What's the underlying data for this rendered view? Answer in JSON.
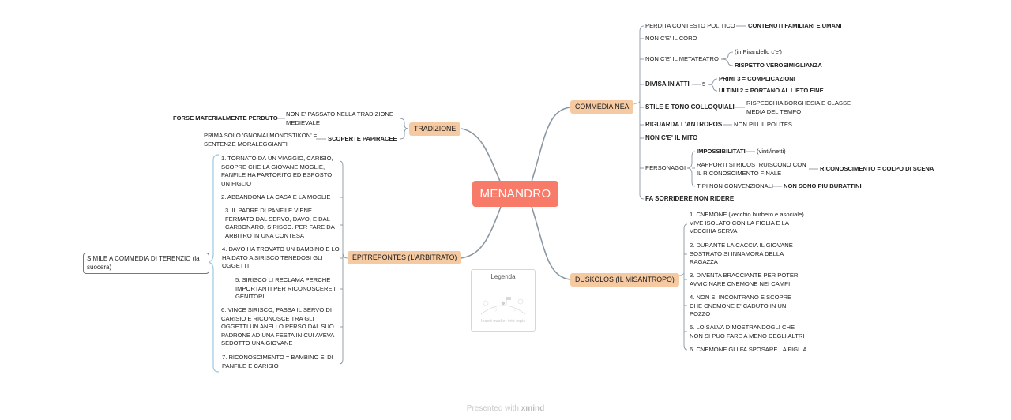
{
  "central": "MENANDRO",
  "main_topics": {
    "tradizione": "TRADIZIONE",
    "epitrepontes": "EPITREPONTES (L'ARBITRATO)",
    "commedia_nea": "COMMEDIA NEA",
    "duskolos": "DUSKOLOS (IL MISANTROPO)"
  },
  "tradizione": {
    "forse": "FORSE MATERIALMENTE PERDUTO",
    "non_passato": "NON E' PASSATO NELLA TRADIZIONE MEDIEVALE",
    "prima_solo": "PRIMA SOLO 'GNOMAI MONOSTIKON' = SENTENZE MORALEGGIANTI",
    "scoperte": "SCOPERTE PAPIRACEE"
  },
  "epitrepontes": {
    "summary": "SIMILE A COMMEDIA DI TERENZIO (la suocera)",
    "items": [
      "1. TORNATO DA UN VIAGGIO, CARISIO, SCOPRE CHE LA GIOVANE MOGLIE, PANFILE HA PARTORITO ED ESPOSTO UN FIGLIO",
      "2. ABBANDONA LA CASA E LA MOGLIE",
      "3. IL PADRE DI PANFILE VIENE FERMATO DAL SERVO, DAVO, E DAL CARBONARO, SIRISCO. PER FARE DA ARBITRO IN UNA CONTESA",
      "4. DAVO HA TROVATO UN BAMBINO E LO HA DATO A SIRISCO TENEDOSI GLI OGGETTI",
      "5. SIRISCO LI RECLAMA PERCHE IMPORTANTI PER RICONOSCERE I GENITORI",
      "6. VINCE SIRISCO, PASSA IL SERVO DI CARISIO E RICONOSCE TRA GLI OGGETTI UN ANELLO PERSO DAL SUO PADRONE AD UNA FESTA IN CUI AVEVA SEDOTTO UNA GIOVANE",
      "7. RICONOSCIMENTO = BAMBINO E' DI PANFILE E CARISIO"
    ]
  },
  "commedia_nea": {
    "perdita": "PERDITA CONTESTO POLITICO",
    "contenuti": "CONTENUTI FAMILIARI E UMANI",
    "coro": "NON C'E' IL CORO",
    "metateatro": "NON C'E' IL METATEATRO",
    "pirandello": "(in Pirandello c'e')",
    "rispetto": "RISPETTO VEROSIMIGLIANZA",
    "divisa": "DIVISA IN ATTI",
    "cinque": "5",
    "primi": "PRIMI 3 = COMPLICAZIONI",
    "ultimi": "ULTIMI 2 = PORTANO AL LIETO FINE",
    "stile": "STILE E TONO COLLOQUIALI",
    "rispecchia": "RISPECCHIA BORGHESIA E CLASSE MEDIA DEL TEMPO",
    "riguarda": "RIGUARDA L'ANTROPOS",
    "polites": "NON PIU IL POLITES",
    "mito": "NON C'E' IL MITO",
    "personaggi": "PERSONAGGI",
    "impossibilitati": "IMPOSSIBILITATI",
    "vinti": "(vinti/inetti)",
    "rapporti": "RAPPORTI SI RICOSTRUISCONO CON IL RICONOSCIMENTO FINALE",
    "riconoscimento": "RICONOSCIMENTO = COLPO DI SCENA",
    "tipi": "TIPI NON CONVENZIONALI",
    "burattini": "NON SONO PIU BURATTINI",
    "sorridere": "FA SORRIDERE NON RIDERE"
  },
  "duskolos": {
    "items": [
      "1. CNEMONE (vecchio burbero e asociale) VIVE ISOLATO CON LA FIGLIA E LA VECCHIA SERVA",
      "2. DURANTE LA CACCIA IL GIOVANE SOSTRATO SI INNAMORA DELLA RAGAZZA",
      "3. DIVENTA BRACCIANTE PER POTER AVVICINARE CNEMONE NEI CAMPI",
      "4. NON SI INCONTRANO E SCOPRE CHE CNEMONE E' CADUTO IN UN POZZO",
      "5. LO SALVA DIMOSTRANDOGLI CHE NON SI PUO FARE A MENO DEGLI ALTRI",
      "6. CNEMONE GLI FA SPOSARE LA FIGLIA"
    ]
  },
  "legend": {
    "title": "Legenda",
    "hint": "Insert marker into topic"
  },
  "footer": {
    "presented": "Presented with",
    "brand": "xmind"
  },
  "colors": {
    "central": "#f87b6a",
    "main_topic": "#f5c9a1",
    "line_main": "#8a97a3",
    "line_sub": "#7c8a96",
    "left_bracket": "#9cc7e3"
  }
}
